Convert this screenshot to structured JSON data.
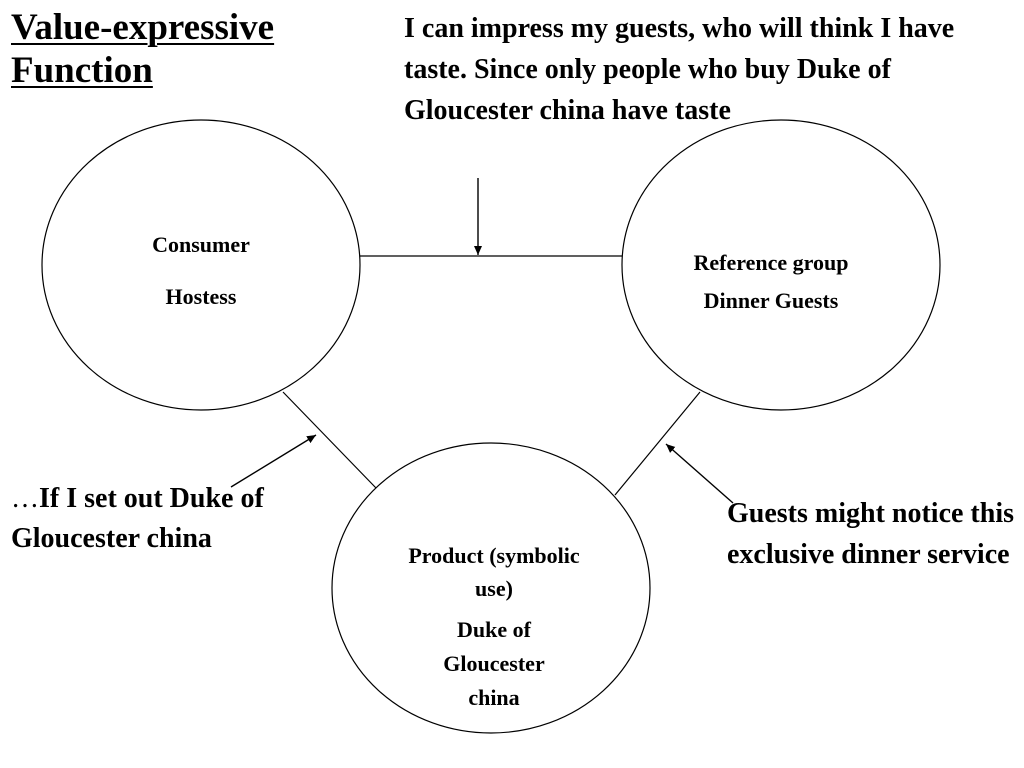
{
  "title": {
    "line1": "Value-expressive",
    "line2": "Function"
  },
  "annotations": {
    "top": "I can impress my guests, who will think I have taste. Since only people who buy Duke of Gloucester china have taste",
    "left_ellipsis": "…",
    "left": "If I set out Duke of Gloucester china",
    "right": "Guests might notice this exclusive dinner service"
  },
  "nodes": {
    "consumer": {
      "role": "Consumer",
      "example": "Hostess"
    },
    "reference_group": {
      "role": "Reference group",
      "example": "Dinner Guests"
    },
    "product": {
      "role": "Product (symbolic use)",
      "example": "Duke of Gloucester china"
    }
  },
  "colors": {
    "stroke": "#000000",
    "text": "#000000",
    "background": "#ffffff"
  }
}
